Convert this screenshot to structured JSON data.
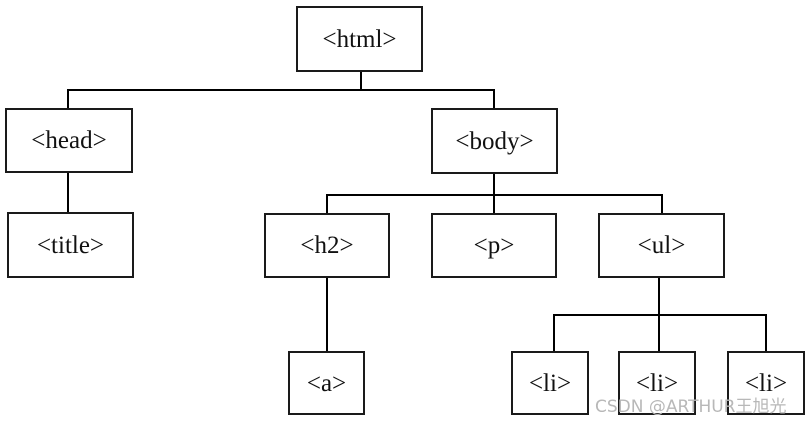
{
  "tree": {
    "root": {
      "label": "<html>"
    },
    "head": {
      "label": "<head>"
    },
    "body": {
      "label": "<body>"
    },
    "title": {
      "label": "<title>"
    },
    "h2": {
      "label": "<h2>"
    },
    "p": {
      "label": "<p>"
    },
    "ul": {
      "label": "<ul>"
    },
    "a": {
      "label": "<a>"
    },
    "li_items": [
      {
        "label": "<li>"
      },
      {
        "label": "<li>"
      },
      {
        "label": "<li>"
      }
    ]
  },
  "watermark": {
    "text": "CSDN @ARTHUR王旭光"
  },
  "colors": {
    "line": "#000000",
    "border": "#1a1a1a",
    "text": "#111111",
    "watermark": "#b8b8b8"
  }
}
